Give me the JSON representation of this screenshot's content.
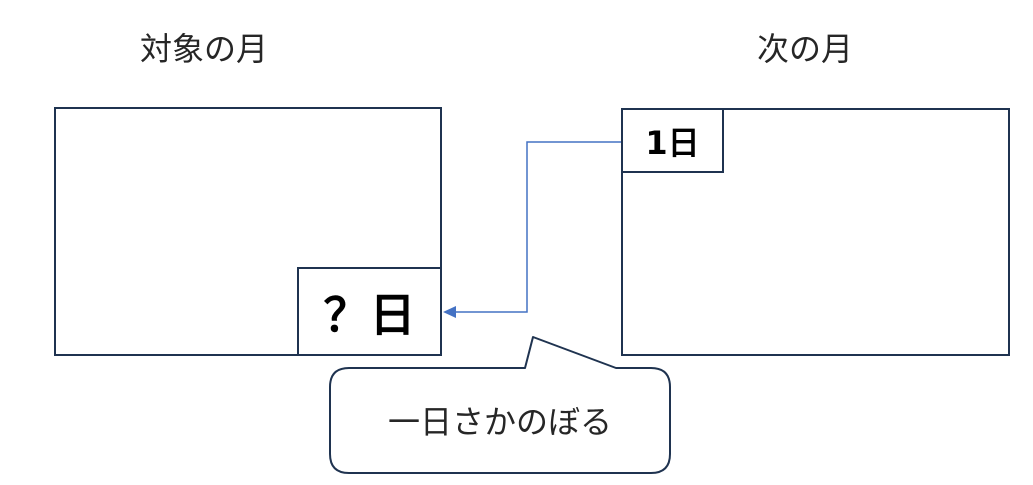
{
  "target_month": {
    "title": "対象の月",
    "day_label": "？日"
  },
  "next_month": {
    "title": "次の月",
    "day_label": "1日"
  },
  "callout": {
    "text": "一日さかのぼる"
  },
  "colors": {
    "box_border": "#1f3350",
    "arrow": "#4472c4"
  }
}
